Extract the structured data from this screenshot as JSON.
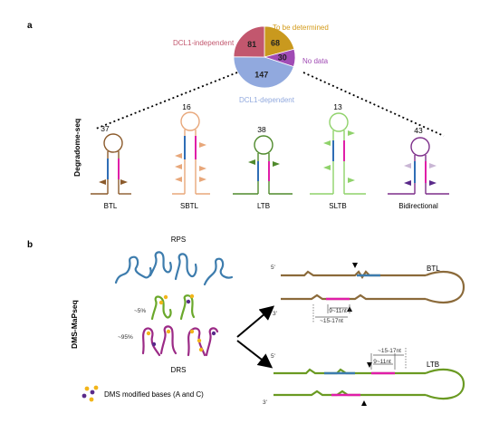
{
  "panel_a": {
    "label": "a",
    "axis_label": "Degradome-seq",
    "pie": {
      "slices": [
        {
          "value": 68,
          "label": "To be determined",
          "color": "#c9991e",
          "label_color": "#d39a18"
        },
        {
          "value": 30,
          "label": "No data",
          "color": "#a04bb4",
          "label_color": "#a04bb4"
        },
        {
          "value": 147,
          "label": "DCL1-dependent",
          "color": "#91a9de",
          "label_color": "#91a9de"
        },
        {
          "value": 81,
          "label": "DCL1-independent",
          "color": "#c2576e",
          "label_color": "#c2576e"
        }
      ]
    },
    "categories": [
      {
        "name": "BTL",
        "count": "37",
        "color": "#8b5a2b"
      },
      {
        "name": "SBTL",
        "count": "16",
        "color": "#e8a77a"
      },
      {
        "name": "LTB",
        "count": "38",
        "color": "#4f8a2c"
      },
      {
        "name": "SLTB",
        "count": "13",
        "color": "#8fd26a"
      },
      {
        "name": "Bidirectional",
        "count": "43",
        "color": "#7d2f8a"
      }
    ]
  },
  "panel_b": {
    "label": "b",
    "axis_label": "DMS-MaPseq",
    "rps_label": "RPS",
    "drs_label": "DRS",
    "pct_5": "~5%",
    "pct_95": "~95%",
    "legend_text": "DMS modified bases (A and C)",
    "btl": {
      "name": "BTL",
      "prime5": "5'",
      "prime3": "3'",
      "inner": "9~11nt",
      "outer": "~15-17nt"
    },
    "ltb": {
      "name": "LTB",
      "prime5": "5'",
      "prime3": "3'",
      "inner": "9~11nt",
      "outer": "~15-17nt"
    }
  },
  "colors": {
    "rps": "#3d7cad",
    "green": "#6aa82b",
    "magenta": "#9b2a86",
    "yellow": "#f2b51a",
    "purple": "#5a2a8a",
    "blue_seg": "#3f74c8",
    "pink_seg": "#e01ea8",
    "brown": "#8b5a2b",
    "olive": "#6a9a22"
  }
}
